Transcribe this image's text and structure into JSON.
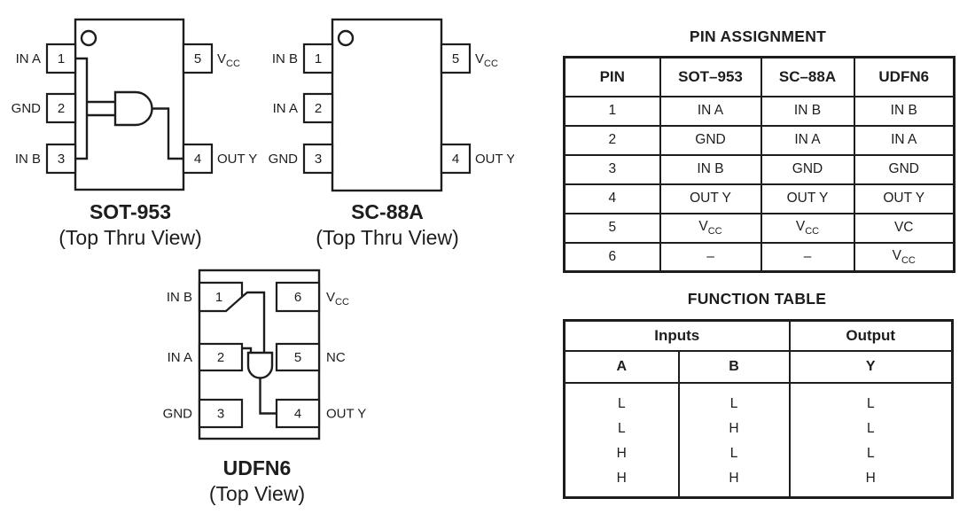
{
  "page": {
    "bg": "#ffffff",
    "ink": "#1d1d1b"
  },
  "packages": {
    "sot953": {
      "caption": "SOT-953",
      "view": "(Top Thru View)",
      "pin1": {
        "num": "1",
        "label": "IN A"
      },
      "pin2": {
        "num": "2",
        "label": "GND"
      },
      "pin3": {
        "num": "3",
        "label": "IN B"
      },
      "pin4": {
        "num": "4",
        "label": "OUT Y"
      },
      "pin5": {
        "num": "5",
        "label_main": "V",
        "label_sub": "CC"
      }
    },
    "sc88a": {
      "caption": "SC-88A",
      "view": "(Top Thru View)",
      "pin1": {
        "num": "1",
        "label": "IN B"
      },
      "pin2": {
        "num": "2",
        "label": "IN A"
      },
      "pin3": {
        "num": "3",
        "label": "GND"
      },
      "pin4": {
        "num": "4",
        "label": "OUT Y"
      },
      "pin5": {
        "num": "5",
        "label_main": "V",
        "label_sub": "CC"
      }
    },
    "udfn6": {
      "caption": "UDFN6",
      "view": "(Top View)",
      "pin1": {
        "num": "1",
        "label": "IN B"
      },
      "pin2": {
        "num": "2",
        "label": "IN A"
      },
      "pin3": {
        "num": "3",
        "label": "GND"
      },
      "pin4": {
        "num": "4",
        "label": "OUT Y"
      },
      "pin5": {
        "num": "5",
        "label": "NC"
      },
      "pin6": {
        "num": "6",
        "label_main": "V",
        "label_sub": "CC"
      }
    }
  },
  "pin_table": {
    "title": "PIN ASSIGNMENT",
    "headers": [
      "PIN",
      "SOT–953",
      "SC–88A",
      "UDFN6"
    ],
    "rows": [
      {
        "pin": "1",
        "sot": "IN A",
        "sc": "IN B",
        "udfn": "IN B"
      },
      {
        "pin": "2",
        "sot": "GND",
        "sc": "IN A",
        "udfn": "IN A"
      },
      {
        "pin": "3",
        "sot": "IN B",
        "sc": "GND",
        "udfn": "GND"
      },
      {
        "pin": "4",
        "sot": "OUT Y",
        "sc": "OUT Y",
        "udfn": "OUT Y"
      },
      {
        "pin": "5",
        "sot_main": "V",
        "sot_sub": "CC",
        "sc_main": "V",
        "sc_sub": "CC",
        "udfn": "VC"
      },
      {
        "pin": "6",
        "sot": "–",
        "sc": "–",
        "udfn_main": "V",
        "udfn_sub": "CC"
      }
    ]
  },
  "function_table": {
    "title": "FUNCTION TABLE",
    "group_headers": [
      "Inputs",
      "Output"
    ],
    "col_headers": [
      "A",
      "B",
      "Y"
    ],
    "rows": [
      [
        "L",
        "L",
        "L"
      ],
      [
        "L",
        "H",
        "L"
      ],
      [
        "H",
        "L",
        "L"
      ],
      [
        "H",
        "H",
        "H"
      ]
    ]
  }
}
